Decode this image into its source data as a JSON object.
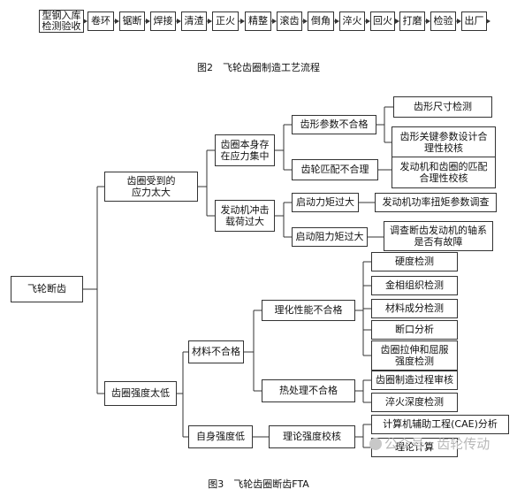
{
  "figure2": {
    "caption": "图2　飞轮齿圈制造工艺流程",
    "steps": [
      "型钢入库检测验收",
      "卷环",
      "锯断",
      "焊接",
      "清渣",
      "正火",
      "精整",
      "滚齿",
      "倒角",
      "淬火",
      "回火",
      "打磨",
      "检验",
      "出厂"
    ]
  },
  "figure3": {
    "caption": "图3　飞轮齿圈断齿FTA",
    "root": "飞轮断齿",
    "l1_stress": "齿圈受到的应力太大",
    "l1_strength": "齿圈强度太低",
    "l2_internal_stress": "齿圈本身存在应力集中",
    "l2_impact": "发动机冲击载荷过大",
    "l2_material": "材料不合格",
    "l2_self_strength": "自身强度低",
    "l3_tooth_param": "齿形参数不合格",
    "l3_gear_mismatch": "齿轮匹配不合理",
    "l3_start_torque": "启动力矩过大",
    "l3_start_resist": "启动阻力矩过大",
    "l3_physchem": "理化性能不合格",
    "l3_heat_treat": "热处理不合格",
    "l3_theory_check": "理论强度校核",
    "l4_tooth_size": "齿形尺寸检测",
    "l4_tooth_design": "齿形关键参数设计合理性校核",
    "l4_engine_match": "发动机和齿圈的匹配合理性校核",
    "l4_power_torque": "发动机功率扭矩参数调查",
    "l4_bearing": "调查断齿发动机的轴系是否有故障",
    "l4_hardness": "硬度检测",
    "l4_metallo": "金相组织检测",
    "l4_composition": "材料成分检测",
    "l4_fracture": "断口分析",
    "l4_tensile": "齿圈拉伸和屈服强度检测",
    "l4_process_review": "齿圈制造过程审核",
    "l4_quench_depth": "淬火深度检测",
    "l4_cae": "计算机辅助工程(CAE)分析",
    "l4_theory_calc": "理论计算"
  },
  "watermark": "公众号 · 齿轮传动"
}
